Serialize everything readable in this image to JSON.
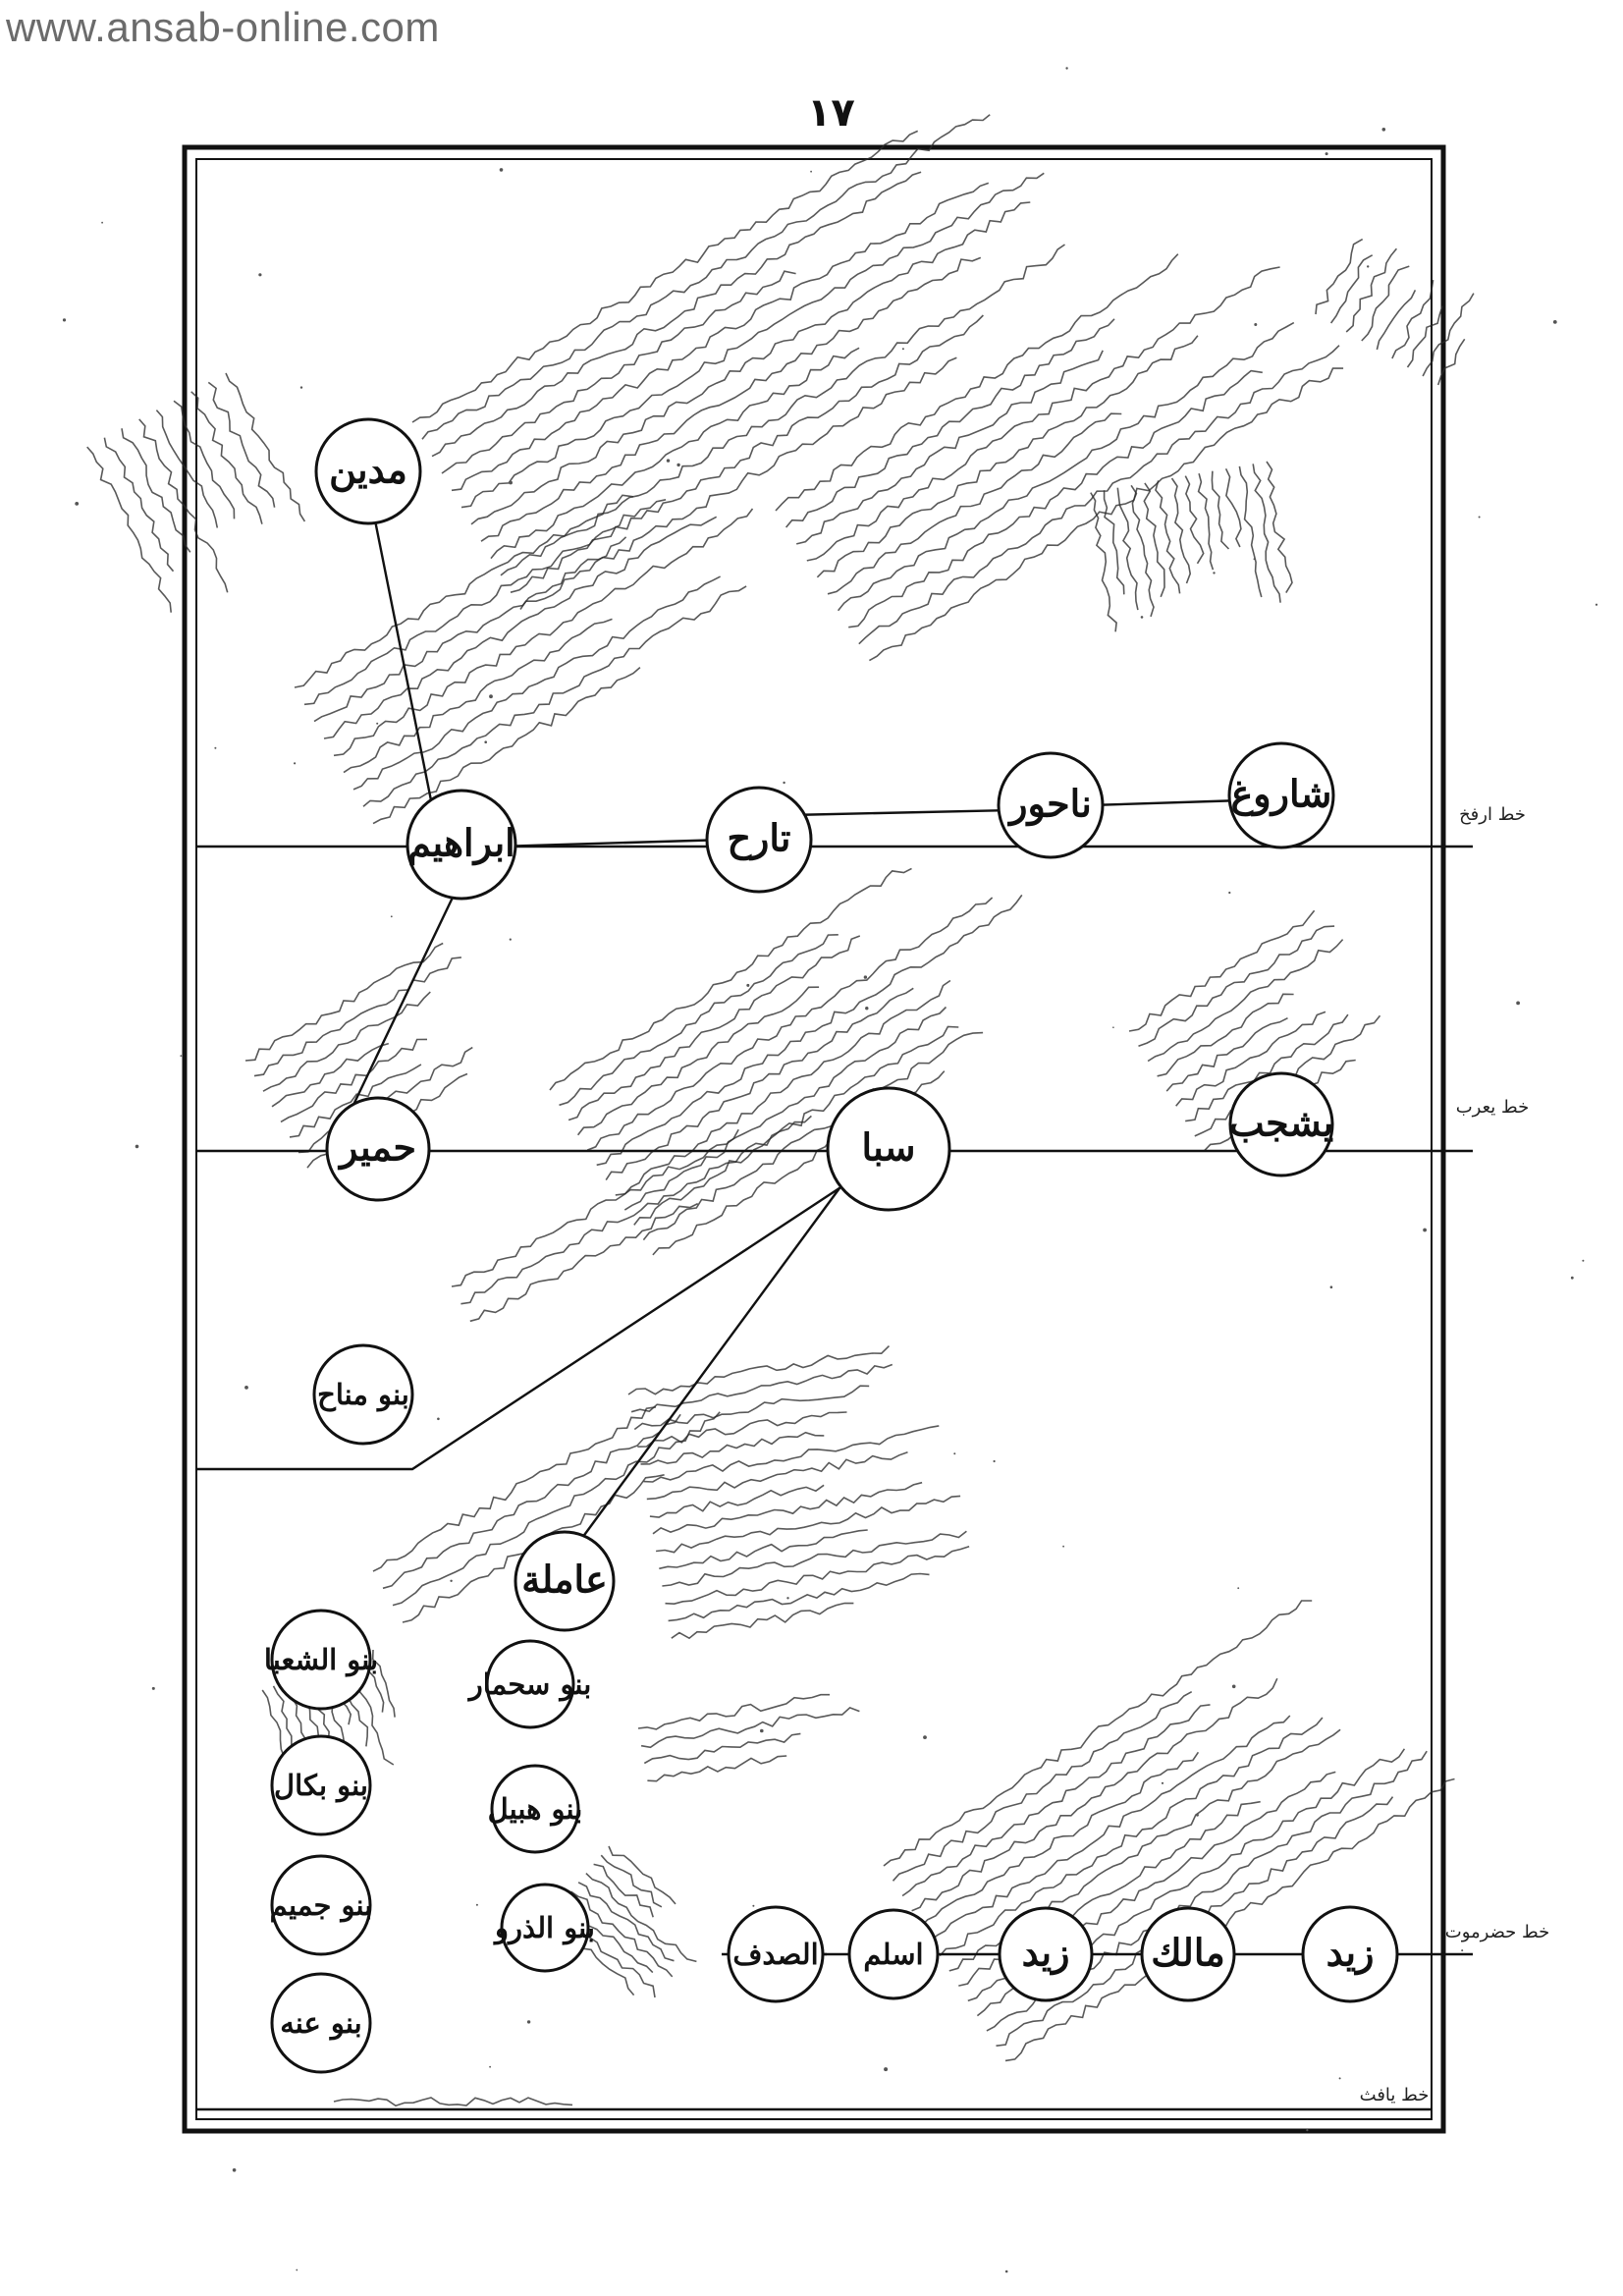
{
  "watermark": "www.ansab-online.com",
  "page_number": "١٧",
  "nodes": {
    "madyan": "مدين",
    "ibrahim": "ابراهيم",
    "tarikh": "تارح",
    "nahur": "ناحور",
    "sarugh": "شاروغ",
    "himyar": "حمير",
    "saba": "سبا",
    "yashjub": "يشجب",
    "banu_manah": "بنو مناح",
    "amila": "عاملة",
    "banu_ashaba": "بنو الشعبا",
    "banu_bakil": "بنو بكال",
    "banu_jumaym": "بنو جميم",
    "banu_anna": "بنو عنه",
    "banu_sahmar": "بنو سحمار",
    "banu_hubayl": "بنو هبيل",
    "banu_aldharu": "بنو الذرو",
    "alsadif": "الصدف",
    "aslam": "اسلم",
    "zayd_1": "زيد",
    "malik": "مالك",
    "zayd_2": "زيد"
  },
  "line_labels": {
    "line_a": "خط ارفخ",
    "line_b": "خط يعرب",
    "line_c": "خط حضرموت",
    "line_d": "خط يافث"
  },
  "colors": {
    "ink": "#111111",
    "paper": "#ffffff",
    "watermark": "#6b6b6b"
  }
}
